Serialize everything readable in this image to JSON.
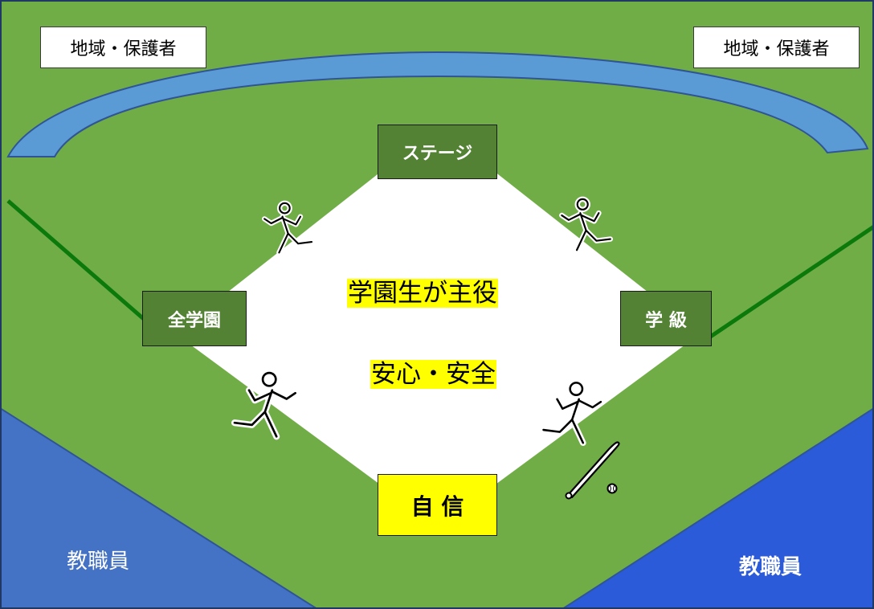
{
  "labels": {
    "community_left": "地域・保護者",
    "community_right": "地域・保護者",
    "stage": "ステージ",
    "whole_school": "全学園",
    "class": "学 級",
    "confidence": "自 信",
    "students_main_role": "学園生が主役",
    "safety": "安心・安全",
    "staff_left": "教職員",
    "staff_right": "教職員"
  },
  "colors": {
    "field_green": "#70ad47",
    "box_green": "#548235",
    "river_blue": "#5b9bd5",
    "staff_blue_left": "#4472c4",
    "staff_blue_right": "#2b5bd8",
    "highlight_yellow": "#ffff00",
    "foul_line_green": "#0b7a0b",
    "infield": "#ffffff"
  },
  "icons": [
    "runner-icon",
    "baseball-bat-icon",
    "baseball-icon"
  ]
}
